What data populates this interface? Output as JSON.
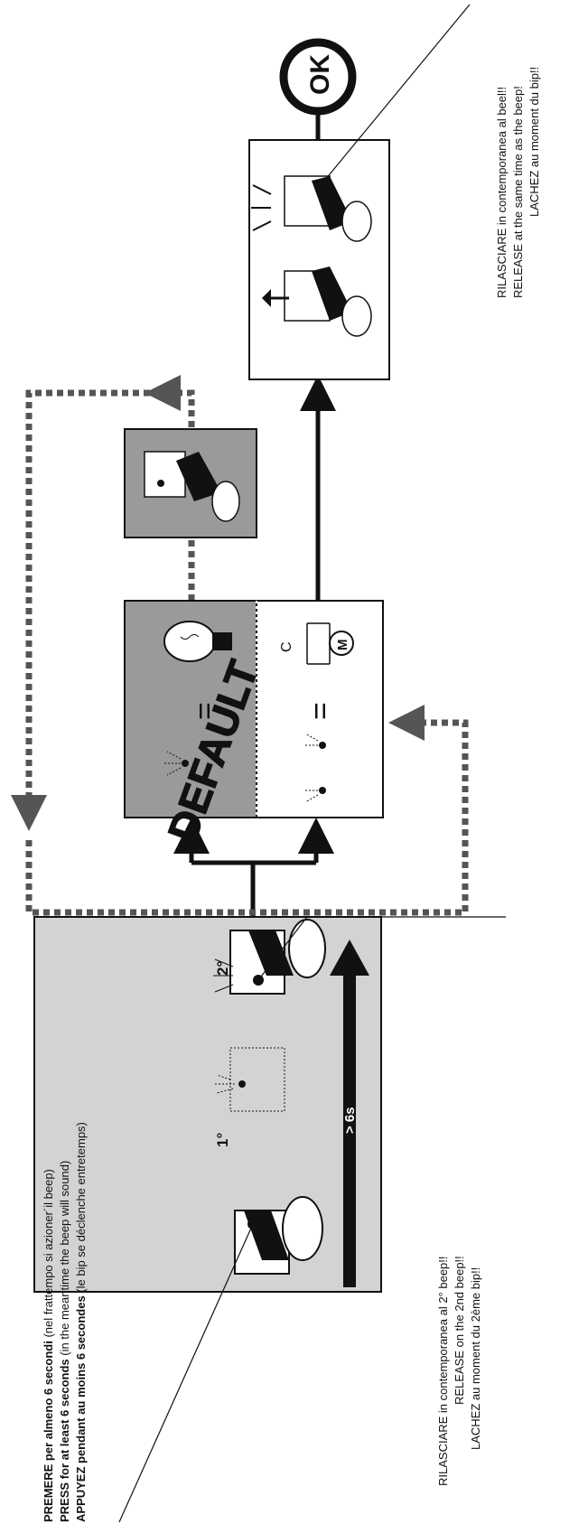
{
  "instructions_press": {
    "line1_bold": "PREMERE per almeno 6 secondi",
    "line1_rest": " (nel frattempo si azioner´il beep)",
    "line2_bold": "PRESS for at least 6 seconds",
    "line2_rest": " (in the meantime the beep will sound)",
    "line3_bold": "APPUYEZ pendant au moins 6 secondes",
    "line3_rest": " (le bip se déclenche entretemps)"
  },
  "instructions_release_2nd": {
    "line1": "RILASCIARE in contemporanea al 2° beep!!",
    "line2": "RELEASE on the 2nd beep!!",
    "line3": "LACHEZ au moment du 2ème bip!!"
  },
  "instructions_release_final": {
    "line1": "RILASCIARE in contemporanea al beel!!",
    "line2": "RELEASE at the same time as the beep!",
    "line3": "LACHEZ au moment du bip!!"
  },
  "timing_label": "> 6s",
  "beep_1_label": "1°",
  "beep_2_label": "2°",
  "default_label": "DEFAULT",
  "equals_symbol": "=",
  "motor_label": "M",
  "capacitor_label": "C",
  "ok_label": "OK",
  "colors": {
    "panel_light_gray": "#d3d3d3",
    "panel_dark_gray": "#9a9a9a",
    "dotted_line": "#555555",
    "line_black": "#111111"
  }
}
